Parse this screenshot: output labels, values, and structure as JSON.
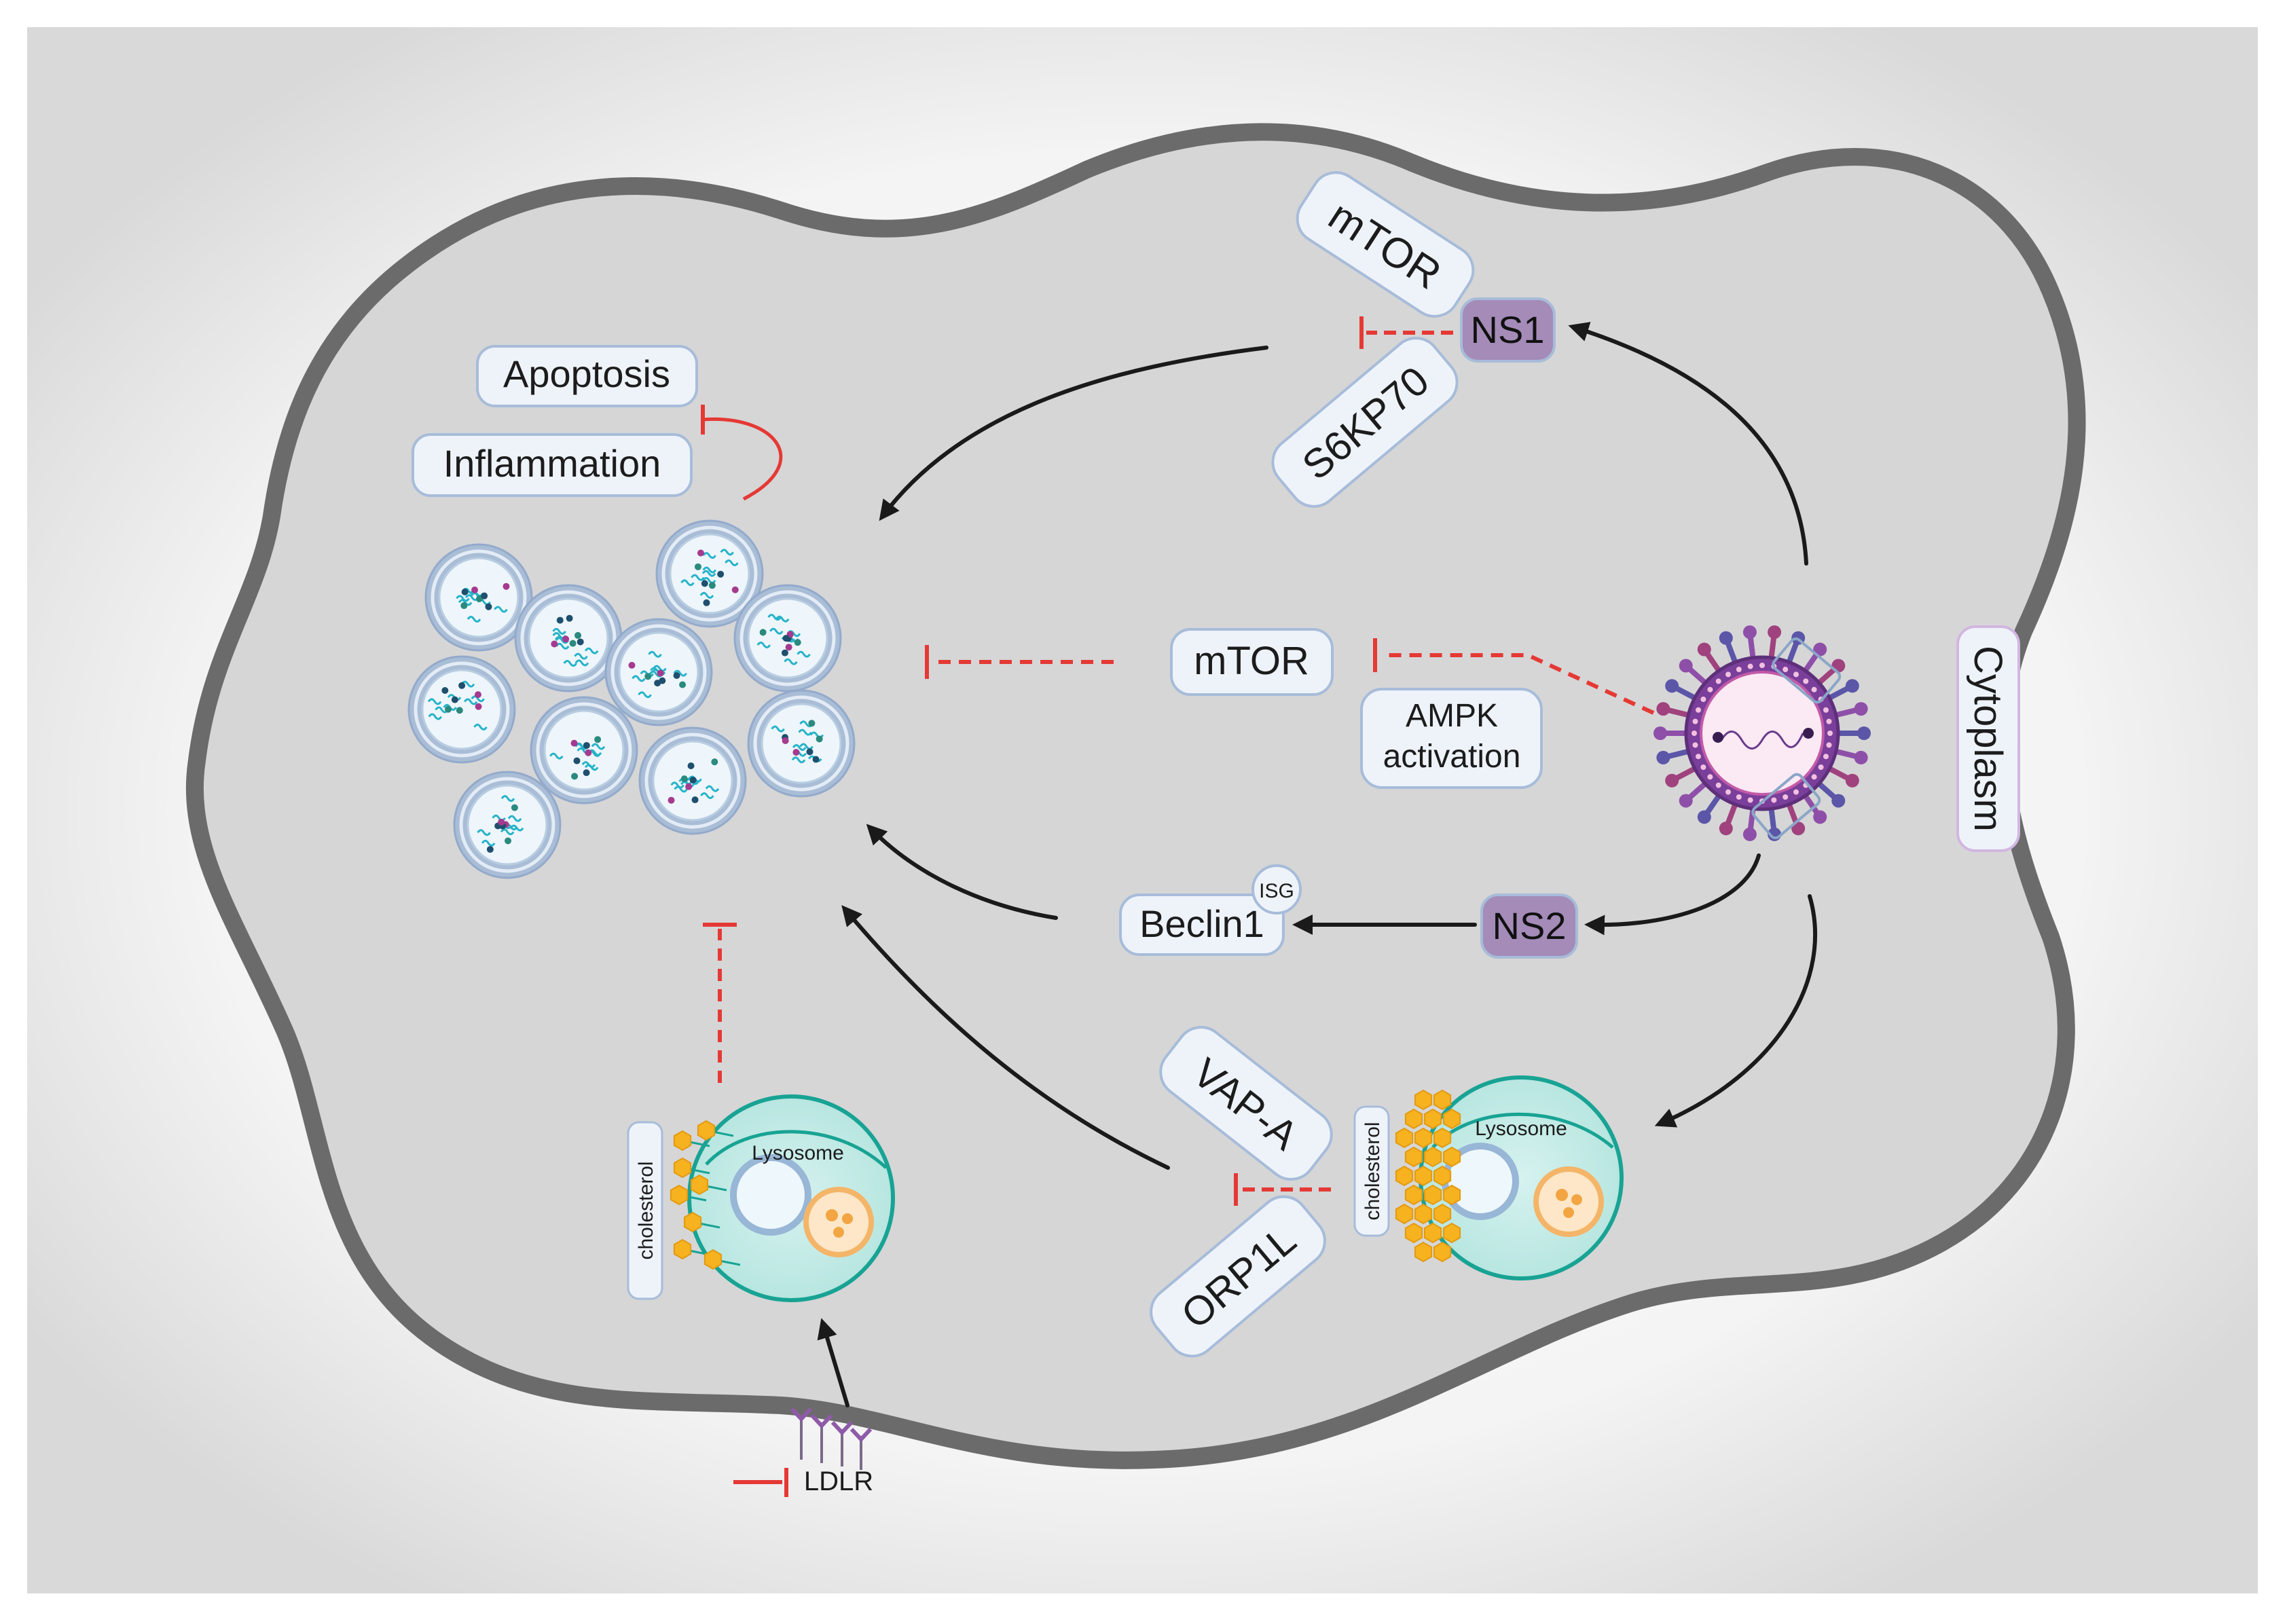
{
  "labels": {
    "apoptosis": "Apoptosis",
    "inflammation": "Inflammation",
    "mtor_top": "mTOR",
    "s6kp70": "S6KP70",
    "ns1": "NS1",
    "mtor_center": "mTOR",
    "ampk_line1": "AMPK",
    "ampk_line2": "activation",
    "cytoplasm": "Cytoplasm",
    "beclin1": "Beclin1",
    "isg": "ISG",
    "ns2": "NS2",
    "vapa": "VAP-A",
    "orp1l": "ORP1L",
    "cholesterol_left": "cholesterol",
    "cholesterol_right": "cholesterol",
    "lysosome_left": "Lysosome",
    "lysosome_right": "Lysosome",
    "ldlr": "LDLR"
  },
  "colors": {
    "cell_fill": "#d6d6d6",
    "cell_outline": "#6b6b6b",
    "label_box_fill": "#eef3fa",
    "label_box_stroke": "#a7bcd9",
    "ns_fill": "#a48bb8",
    "inhibit_red": "#e53935",
    "arrow_black": "#1a1a1a",
    "cholesterol_orange": "#f6b21f",
    "lysosome_teal": "#18a394",
    "virus_purple": "#7a3f9a"
  },
  "icons": {
    "virus": "virus-icon",
    "autophagosome": "autophagosome-icon",
    "lysosome": "lysosome-icon",
    "receptor": "ldlr-receptor-icon"
  }
}
